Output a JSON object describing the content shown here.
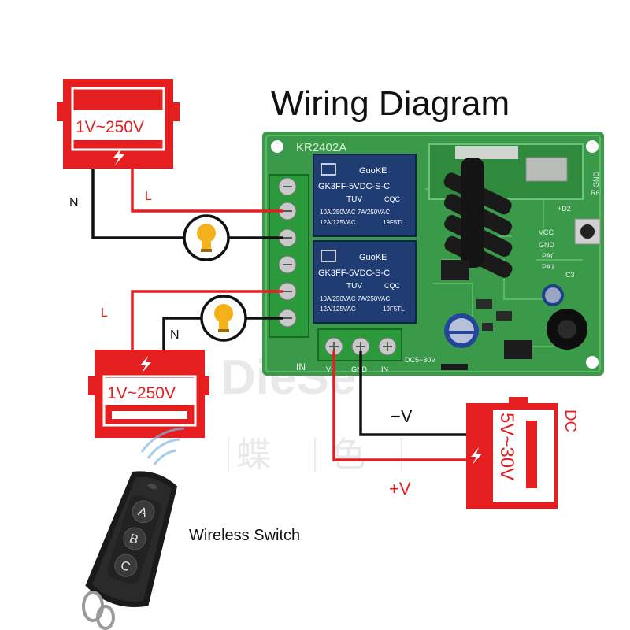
{
  "title": "Wiring Diagram",
  "board": {
    "model": "KR2402A",
    "relay": {
      "brand": "GuoKE",
      "part": "GK3FF-5VDC-S-C",
      "cert": "TUV",
      "cqc": "CQC",
      "rating1": "10A/250VAC 7A/250VAC",
      "rating2": "12A/125VAC",
      "code": "19F5TL"
    },
    "gnd": "GND",
    "vcc": "VCC",
    "pa0": "PA0",
    "pa1": "PA1",
    "r6": "R6",
    "d2": "+D2",
    "c3": "C3",
    "input_label": "IN",
    "dc_range": "DC5~30V",
    "input_pins": [
      "V+",
      "GND",
      "IN"
    ]
  },
  "supplies": {
    "top": "1V~250V",
    "bottom": "1V~250V",
    "dc_range": "5V~30V",
    "dc_label": "DC"
  },
  "wire_labels": {
    "top_n": "N",
    "top_l": "L",
    "bottom_l": "L",
    "bottom_n": "N",
    "minus_v": "−V",
    "plus_v": "+V"
  },
  "remote": {
    "buttons": [
      "A",
      "B",
      "C"
    ],
    "caption": "Wireless Switch"
  },
  "watermark": {
    "text": "DieSe",
    "chars": [
      "蝶",
      "色"
    ]
  },
  "colors": {
    "red": "#e51f1f",
    "pcb": "#3a9a4a",
    "terminal": "#2a9a3a",
    "relay": "#1f3d73",
    "black": "#111111"
  }
}
